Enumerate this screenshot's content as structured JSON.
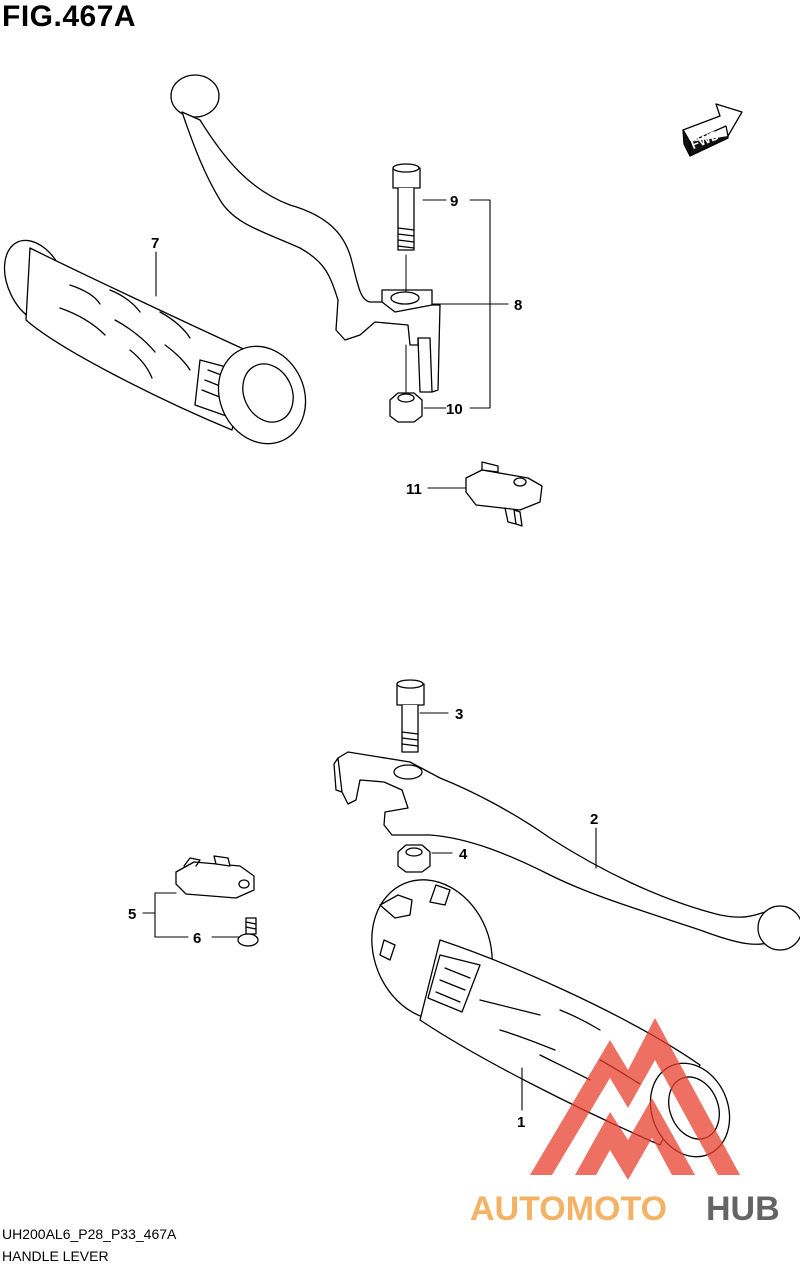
{
  "figure": {
    "title": "FIG.467A"
  },
  "direction_badge": {
    "text": "FWD"
  },
  "parts": [
    {
      "number": "1",
      "name": "grip-right"
    },
    {
      "number": "2",
      "name": "lever-front-brake"
    },
    {
      "number": "3",
      "name": "bolt-lever-front"
    },
    {
      "number": "4",
      "name": "nut-lever-front"
    },
    {
      "number": "5",
      "name": "switch-front-brake"
    },
    {
      "number": "6",
      "name": "screw-switch"
    },
    {
      "number": "7",
      "name": "grip-left"
    },
    {
      "number": "8",
      "name": "lever-rear-brake"
    },
    {
      "number": "9",
      "name": "bolt-lever-rear"
    },
    {
      "number": "10",
      "name": "nut-lever-rear"
    },
    {
      "number": "11",
      "name": "switch-rear-brake"
    }
  ],
  "footer": {
    "code": "UH200AL6_P28_P33_467A",
    "name": "HANDLE LEVER"
  },
  "watermark": {
    "text_red": "AUTOMOTO",
    "text_grey": "HUB",
    "color_red": "#e8412f",
    "color_grey": "#4a4a4a",
    "color_orange": "#f3a64a"
  }
}
